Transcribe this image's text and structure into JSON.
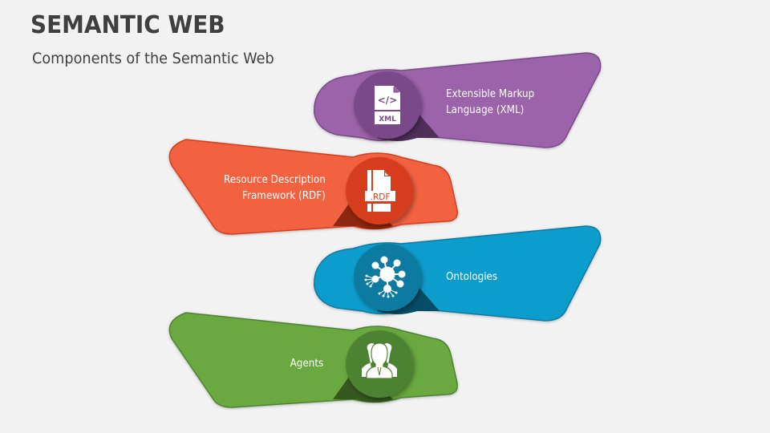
{
  "header": {
    "title": "SEMANTIC WEB",
    "subtitle": "Components of the Semantic Web"
  },
  "components": [
    {
      "line1": "Extensible Markup",
      "line2": "Language (XML)",
      "icon": "xml-file-icon",
      "icon_text": "XML",
      "icon_code": "</>",
      "color": "#9b64aa",
      "circle_color": "#7a4a89",
      "shadow_color": "#4f2f5a"
    },
    {
      "line1": "Resource Description",
      "line2": "Framework (RDF)",
      "icon": "rdf-file-icon",
      "icon_text": ".RDF",
      "color": "#f26241",
      "circle_color": "#d63c1a",
      "shadow_color": "#8f2610"
    },
    {
      "line1": "Ontologies",
      "icon": "network-nodes-icon",
      "color": "#0b9dcc",
      "circle_color": "#0a7aa0",
      "shadow_color": "#064e68"
    },
    {
      "line1": "Agents",
      "icon": "people-group-icon",
      "color": "#6aa840",
      "circle_color": "#4e8230",
      "shadow_color": "#35581f"
    }
  ]
}
